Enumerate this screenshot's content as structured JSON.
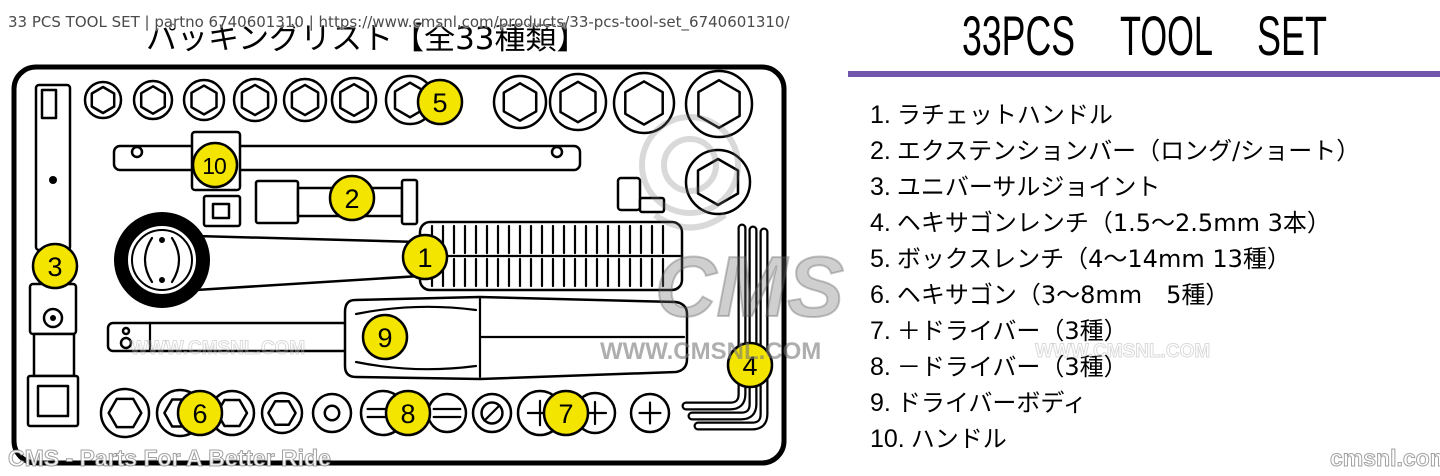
{
  "caption": "33 PCS TOOL SET | partno 6740601310 | https://www.cmsnl.com/products/33-pcs-tool-set_6740601310/",
  "diagram": {
    "title": "パッキングリスト【全33種類】",
    "callouts": [
      "1",
      "2",
      "3",
      "4",
      "5",
      "6",
      "7",
      "8",
      "9",
      "10"
    ]
  },
  "legend": {
    "title_words": [
      "33PCS",
      "TOOL",
      "SET"
    ],
    "items": [
      {
        "num": "1.",
        "text": "ラチェットハンドル"
      },
      {
        "num": "2.",
        "text": "エクステンションバー（ロング/ショート）"
      },
      {
        "num": "3.",
        "text": "ユニバーサルジョイント"
      },
      {
        "num": "4.",
        "text": "ヘキサゴンレンチ（1.5～2.5mm 3本）"
      },
      {
        "num": "5.",
        "text": "ボックスレンチ（4～14mm 13種）"
      },
      {
        "num": "6.",
        "text": "ヘキサゴン（3～8mm　5種）"
      },
      {
        "num": "7.",
        "text": "＋ドライバー（3種）"
      },
      {
        "num": "8.",
        "text": "－ドライバー（3種）"
      },
      {
        "num": "9.",
        "text": "ドライバーボディ"
      },
      {
        "num": "10.",
        "text": "ハンドル"
      }
    ]
  },
  "watermark": {
    "logo": "CMS",
    "url": "WWW.CMSNL.COM",
    "tagline": "CMS - Parts For A Better Ride",
    "site": "cmsnl.com"
  },
  "colors": {
    "accent_line": "#7157ac",
    "callout_fill": "#f4e500",
    "outline": "#000000"
  }
}
